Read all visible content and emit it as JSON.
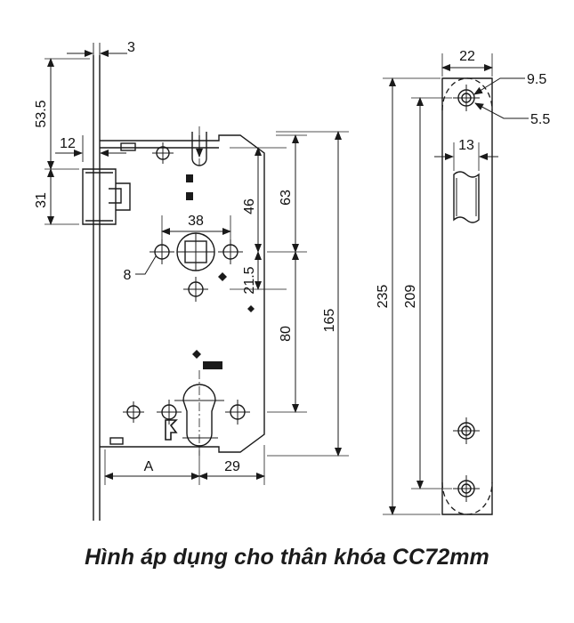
{
  "drawing": {
    "caption": "Hình áp dụng cho thân khóa CC72mm",
    "type": "technical-drawing",
    "subject": "mortise lock body CC72mm",
    "units": "mm",
    "line_color": "#1a1a1a",
    "background_color": "#ffffff",
    "views": [
      {
        "id": "front-view",
        "name": "lock body front view"
      },
      {
        "id": "side-view",
        "name": "faceplate side view"
      }
    ]
  },
  "dimensions": {
    "faceplate_thickness": "3",
    "top_to_latch": "53.5",
    "backset_offset": "12",
    "latch_height": "31",
    "spindle_to_cylinder_holes": "38",
    "hole_diameter": "8",
    "top_to_spindle": "46",
    "case_top_to_spindle": "63",
    "spindle_to_cylinder": "21.5",
    "spindle_to_bottom": "80",
    "case_height": "165",
    "backset_a": "A",
    "cylinder_to_edge": "29",
    "faceplate_width": "22",
    "screw_head_dia": "9.5",
    "screw_hole_dia": "5.5",
    "latch_opening_width": "13",
    "faceplate_length": "235",
    "screw_spacing": "209"
  }
}
